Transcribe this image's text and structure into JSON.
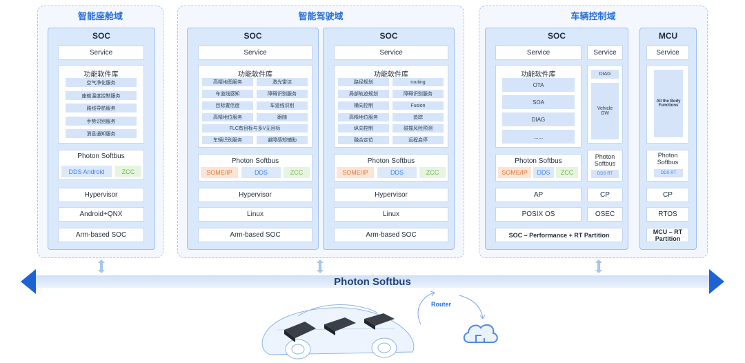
{
  "domains": {
    "cockpit": {
      "title": "智能座舱域",
      "soc": {
        "title": "SOC",
        "service": "Service",
        "lib_title": "功能软件库",
        "lib_items": [
          "空气净化服务",
          "座舱温度控制服务",
          "路线导航服务",
          "手势识别服务",
          "消息通知服务"
        ],
        "softbus": "Photon Softbus",
        "tags": [
          "DDS Android",
          "ZCC"
        ],
        "hypervisor": "Hypervisor",
        "os": "Android+QNX",
        "hw": "Arm-based SOC"
      }
    },
    "driving": {
      "title": "智能驾驶域",
      "soc1": {
        "title": "SOC",
        "service": "Service",
        "lib_title": "功能软件库",
        "lib_items": [
          "高精地图服务",
          "激光雷达",
          "车道线感知",
          "障碍识别服务",
          "目标置信度",
          "车道线识别",
          "高精地位服务",
          "跟随",
          "FLC有目标与多V无目标",
          "车辆识别服务",
          "避障感知辅助"
        ],
        "softbus": "Photon Softbus",
        "tags": [
          "SOME/IP",
          "DDS",
          "ZCC"
        ],
        "hypervisor": "Hypervisor",
        "os": "Linux",
        "hw": "Arm-based SOC"
      },
      "soc2": {
        "title": "SOC",
        "service": "Service",
        "lib_title": "功能软件库",
        "lib_items": [
          "路径规划",
          "routing",
          "局部轨迹规划",
          "障碍识别服务",
          "横向控制",
          "Fusion",
          "高精地位服务",
          "追踪",
          "纵向控制",
          "碰撞风险预测",
          "融合定位",
          "远程启停"
        ],
        "softbus": "Photon Softbus",
        "tags": [
          "SOME/IP",
          "DDS",
          "ZCC"
        ],
        "hypervisor": "Hypervisor",
        "os": "Linux",
        "hw": "Arm-based SOC"
      }
    },
    "vehicle": {
      "title": "车辆控制域",
      "soc": {
        "title": "SOC",
        "service_left": "Service",
        "service_right": "Service",
        "lib_title": "功能软件库",
        "lib_items": [
          "OTA",
          "SOA",
          "DIAG",
          "......"
        ],
        "diag": "DIAG",
        "gateway": "Vehicle GW",
        "softbus": "Photon Softbus",
        "tags": [
          "SOME/IP",
          "DDS",
          "ZCC"
        ],
        "softbus_right": "Photon Softbus",
        "dds_rt": "DDS RT",
        "ap": "AP",
        "cp": "CP",
        "posix": "POSIX OS",
        "osec": "OSEC",
        "partition": "SOC – Performance + RT Partition"
      },
      "mcu": {
        "title": "MCU",
        "service": "Service",
        "body": "All the Body Functions",
        "softbus": "Photon Softbus",
        "dds_rt": "DDS RT",
        "cp": "CP",
        "rtos": "RTOS",
        "partition": "MCU – RT Partition"
      }
    }
  },
  "banner": {
    "label": "Photon Softbus"
  },
  "router": {
    "label": "Router"
  },
  "colors": {
    "accent": "#2a6fdb",
    "arrow": "#1e63d6",
    "soc_bg": "#d9e8fb"
  },
  "icons": [
    "cloud-icon",
    "car-icon"
  ]
}
